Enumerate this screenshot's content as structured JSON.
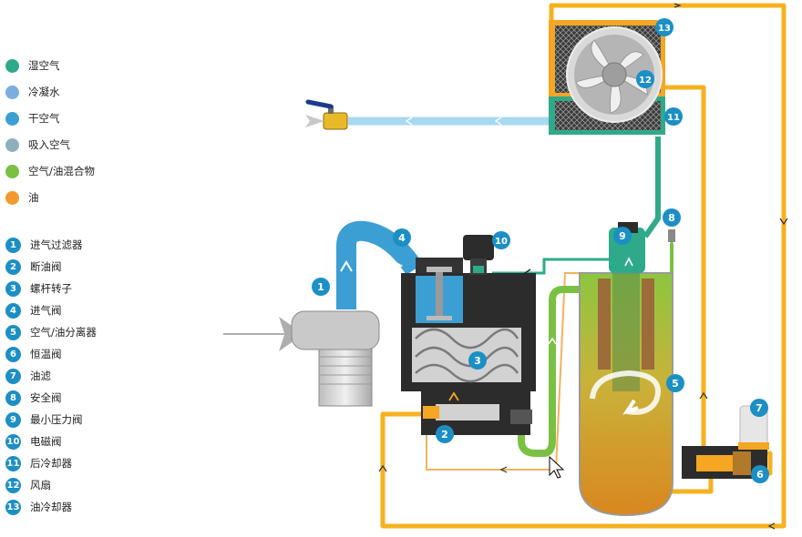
{
  "colors": {
    "wet_air": "#2eaa8a",
    "condensate": "#7aaede",
    "dry_air": "#3b9fd4",
    "intake_air": "#8fb0bb",
    "air_oil_mix": "#7ac143",
    "oil": "#f29a2e",
    "badge": "#1c8fc4"
  },
  "legend_flows": [
    {
      "label": "湿空气",
      "color": "#2eaa8a"
    },
    {
      "label": "冷凝水",
      "color": "#7aaede"
    },
    {
      "label": "干空气",
      "color": "#3b9fd4"
    },
    {
      "label": "吸入空气",
      "color": "#8fb0bb"
    },
    {
      "label": "空气/油混合物",
      "color": "#7ac143"
    },
    {
      "label": "油",
      "color": "#f29a2e"
    }
  ],
  "legend_parts": [
    {
      "num": "1",
      "label": "进气过滤器"
    },
    {
      "num": "2",
      "label": "断油阀"
    },
    {
      "num": "3",
      "label": "螺杆转子"
    },
    {
      "num": "4",
      "label": "进气阀"
    },
    {
      "num": "5",
      "label": "空气/油分离器"
    },
    {
      "num": "6",
      "label": "恒温阀"
    },
    {
      "num": "7",
      "label": "油滤"
    },
    {
      "num": "8",
      "label": "安全阀"
    },
    {
      "num": "9",
      "label": "最小压力阀"
    },
    {
      "num": "10",
      "label": "电磁阀"
    },
    {
      "num": "11",
      "label": "后冷却器"
    },
    {
      "num": "12",
      "label": "风扇"
    },
    {
      "num": "13",
      "label": "油冷却器"
    }
  ],
  "badges": [
    "1",
    "2",
    "3",
    "4",
    "5",
    "6",
    "7",
    "8",
    "9",
    "10",
    "11",
    "12",
    "13"
  ]
}
